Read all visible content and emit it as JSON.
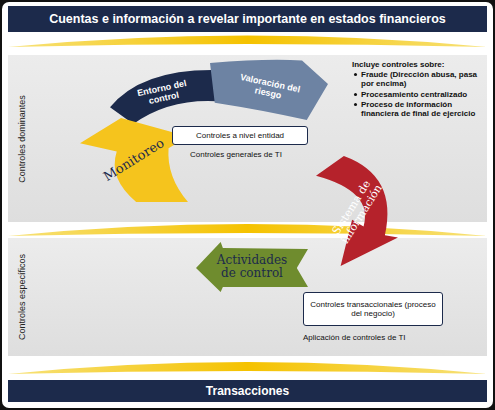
{
  "diagram": {
    "title": "Cuentas e información a revelar importante en estados financieros",
    "nodes": [
      {
        "text": [
          "Controles dominantes"
        ]
      },
      {
        "text": [
          "Entorno del control"
        ],
        "in": 0
      },
      {
        "text": [
          "Valoración del riesgo"
        ],
        "in": 0
      },
      {
        "text": [
          "Monitoreo"
        ],
        "in": 0
      },
      {
        "text": [
          "Controles a nivel entidad"
        ],
        "in": 0
      },
      {
        "text": [
          "Sistema de información"
        ]
      },
      {
        "text": [
          "Controles específicos"
        ]
      },
      {
        "text": [
          "Actividades de control"
        ],
        "in": 6
      },
      {
        "text": [
          "Controles transaccionales (proceso del negocio)"
        ],
        "in": 6
      },
      {
        "text": [
          "Transacciones"
        ]
      }
    ],
    "labels": [
      "Controles generales de TI",
      "Incluye controles sobre:",
      "Fraude (Dirección abusa, pasa por encima)",
      "Procesamiento centralizado",
      "Proceso de información financiera de final de ejercicio",
      "Aplicación de controles de TI"
    ]
  }
}
